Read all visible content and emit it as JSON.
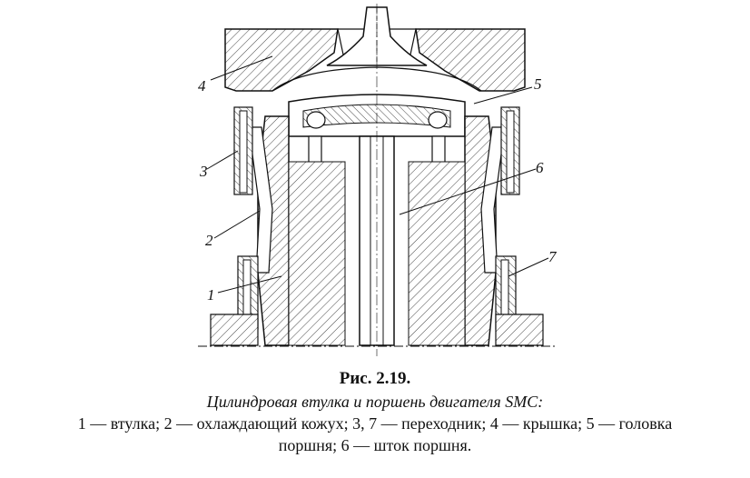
{
  "figure": {
    "callouts": [
      "1",
      "2",
      "3",
      "4",
      "5",
      "6",
      "7"
    ]
  },
  "caption": {
    "title": "Рис. 2.19.",
    "subtitle": "Цилиндровая втулка и поршень двигателя SMC:",
    "legend_line1": "1 — втулка; 2 — охлаждающий кожух; 3, 7 — переходник; 4 — крышка; 5 — головка",
    "legend_line2": "поршня; 6 — шток поршня."
  }
}
